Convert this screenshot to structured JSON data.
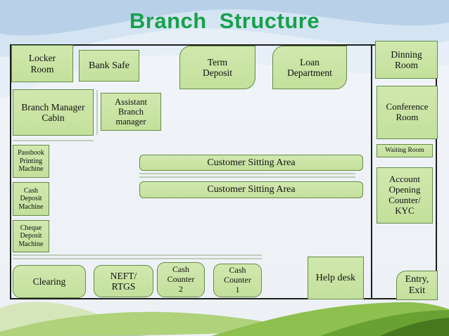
{
  "slide": {
    "title": "Branch Structure"
  },
  "colors": {
    "title_green": "#16A14B",
    "room_fill": "#C9E4A3",
    "room_border": "#648B47",
    "outline_black": "#1E1E1E",
    "divider_line": "#BFCDBA",
    "wave_blue_dark": "#B9D1E8",
    "wave_blue_mid": "#CFE0F0",
    "wave_blue_light": "#E3EDF6",
    "hill_pale": "#D6E6BB",
    "hill_mid": "#AFD27B",
    "hill_bright": "#8DC04F",
    "hill_dark": "#69A133",
    "hill_darkest": "#47781F"
  },
  "rooms": [
    {
      "id": "locker-room",
      "label": "Locker\nRoom"
    },
    {
      "id": "bank-safe",
      "label": "Bank Safe"
    },
    {
      "id": "term-deposit",
      "label": "Term\nDeposit"
    },
    {
      "id": "loan-department",
      "label": "Loan\nDepartment"
    },
    {
      "id": "dinning-room",
      "label": "Dinning\nRoom"
    },
    {
      "id": "branch-manager-cabin",
      "label": "Branch Manager\nCabin"
    },
    {
      "id": "assistant-branch-manager",
      "label": "Assistant\nBranch\nmanager"
    },
    {
      "id": "conference-room",
      "label": "Conference\nRoom"
    },
    {
      "id": "passbook-printing-machine",
      "label": "Passbook\nPrinting\nMachine"
    },
    {
      "id": "cash-deposit-machine",
      "label": "Cash\nDeposit\nMachine"
    },
    {
      "id": "cheque-deposit-machine",
      "label": "Cheque\nDeposit\nMachine"
    },
    {
      "id": "customer-sitting-area-1",
      "label": "Customer Sitting Area"
    },
    {
      "id": "customer-sitting-area-2",
      "label": "Customer Sitting Area"
    },
    {
      "id": "waiting-room",
      "label": "Waiting Room"
    },
    {
      "id": "account-opening-counter-kyc",
      "label": "Account\nOpening\nCounter/\nKYC"
    },
    {
      "id": "clearing",
      "label": "Clearing"
    },
    {
      "id": "neft-rtgs",
      "label": "NEFT/\nRTGS"
    },
    {
      "id": "cash-counter-2",
      "label": "Cash\nCounter\n2"
    },
    {
      "id": "cash-counter-1",
      "label": "Cash\nCounter\n1"
    },
    {
      "id": "help-desk",
      "label": "Help desk"
    },
    {
      "id": "entry-exit",
      "label": "Entry,\nExit"
    }
  ]
}
